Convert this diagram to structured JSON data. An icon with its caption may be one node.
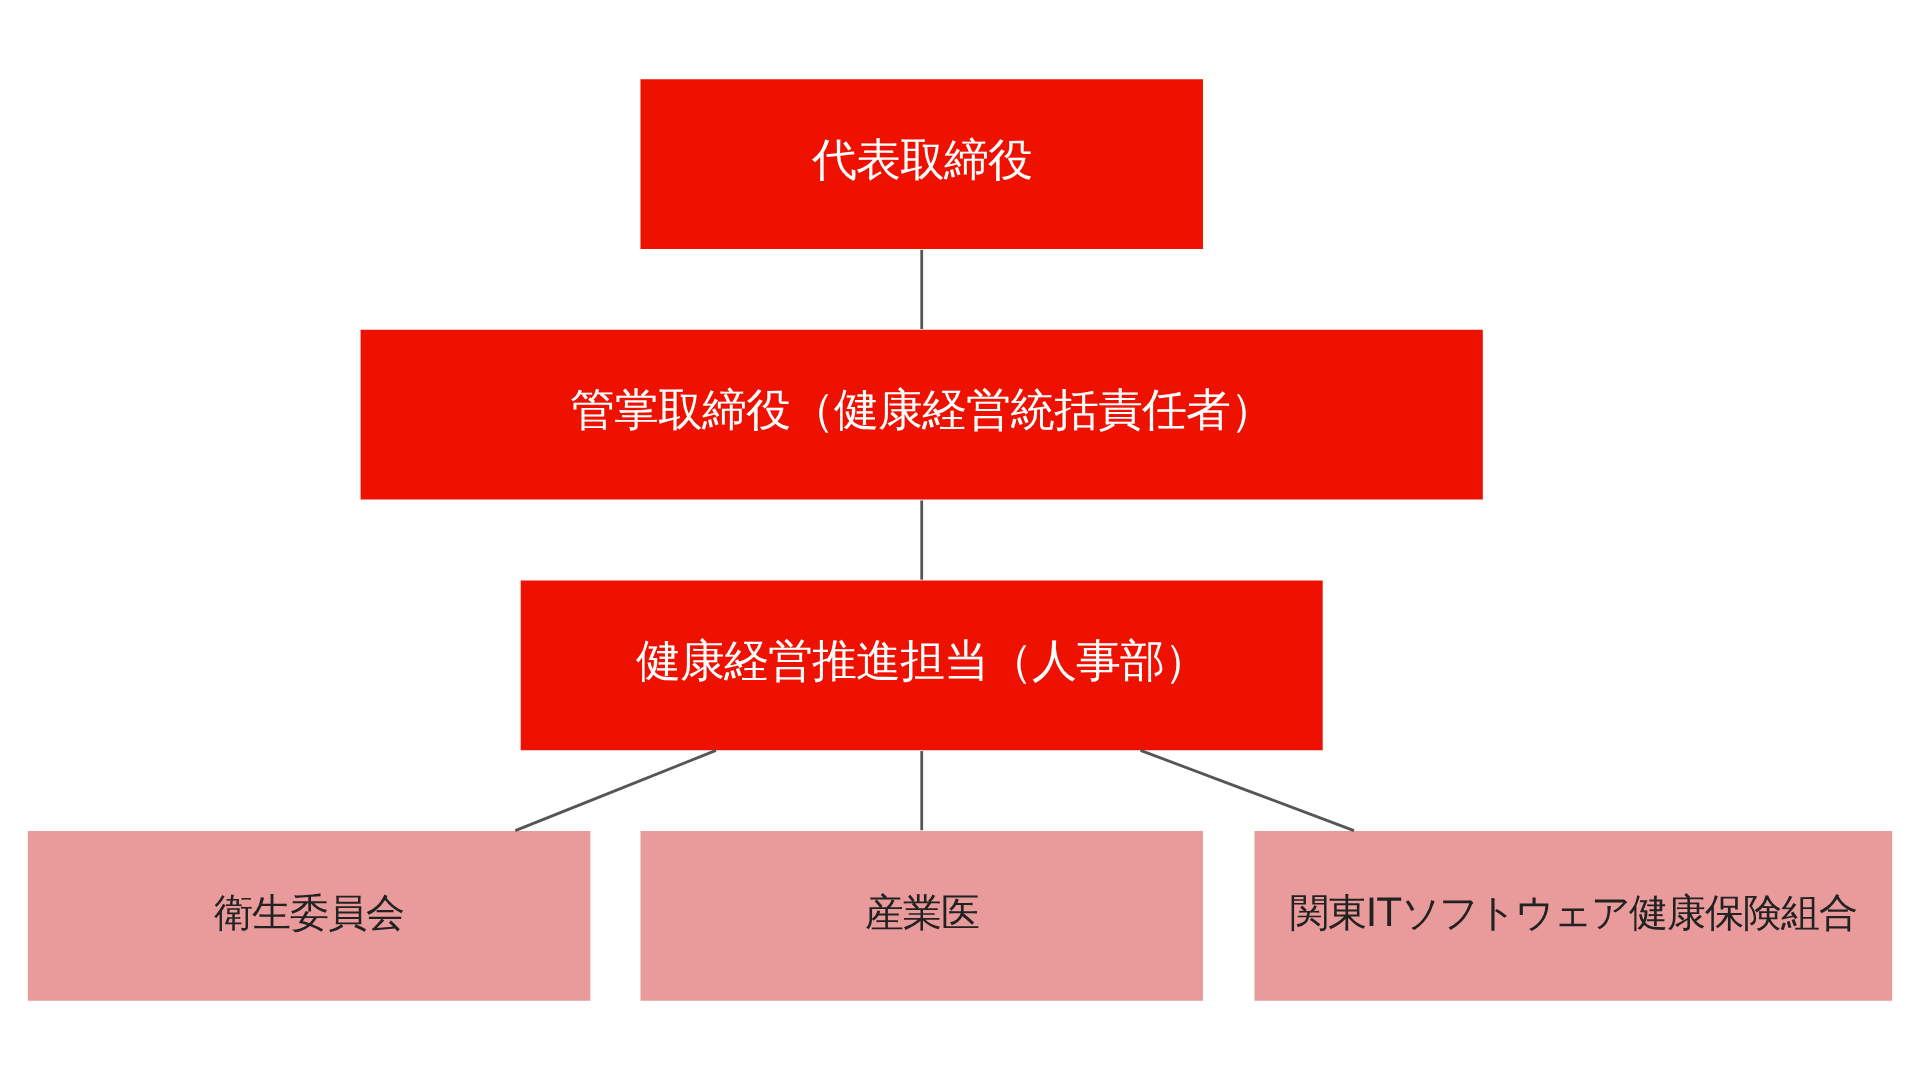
{
  "diagram": {
    "nodes": [
      {
        "text": [
          "代表取締役"
        ]
      },
      {
        "text": [
          "管掌取締役（健康経営統括責任者）"
        ]
      },
      {
        "text": [
          "健康経営推進担当（人事部）"
        ]
      },
      {
        "text": [
          "衛生委員会"
        ]
      },
      {
        "text": [
          "産業医"
        ]
      },
      {
        "text": [
          "関東ITソフトウェア健康保険組合"
        ]
      }
    ],
    "edges": [
      {
        "from": 0,
        "to": 1,
        "arrow": "none"
      },
      {
        "from": 1,
        "to": 2,
        "arrow": "none"
      },
      {
        "from": 2,
        "to": 3,
        "arrow": "none"
      },
      {
        "from": 2,
        "to": 4,
        "arrow": "none"
      },
      {
        "from": 2,
        "to": 5,
        "arrow": "none"
      }
    ]
  }
}
